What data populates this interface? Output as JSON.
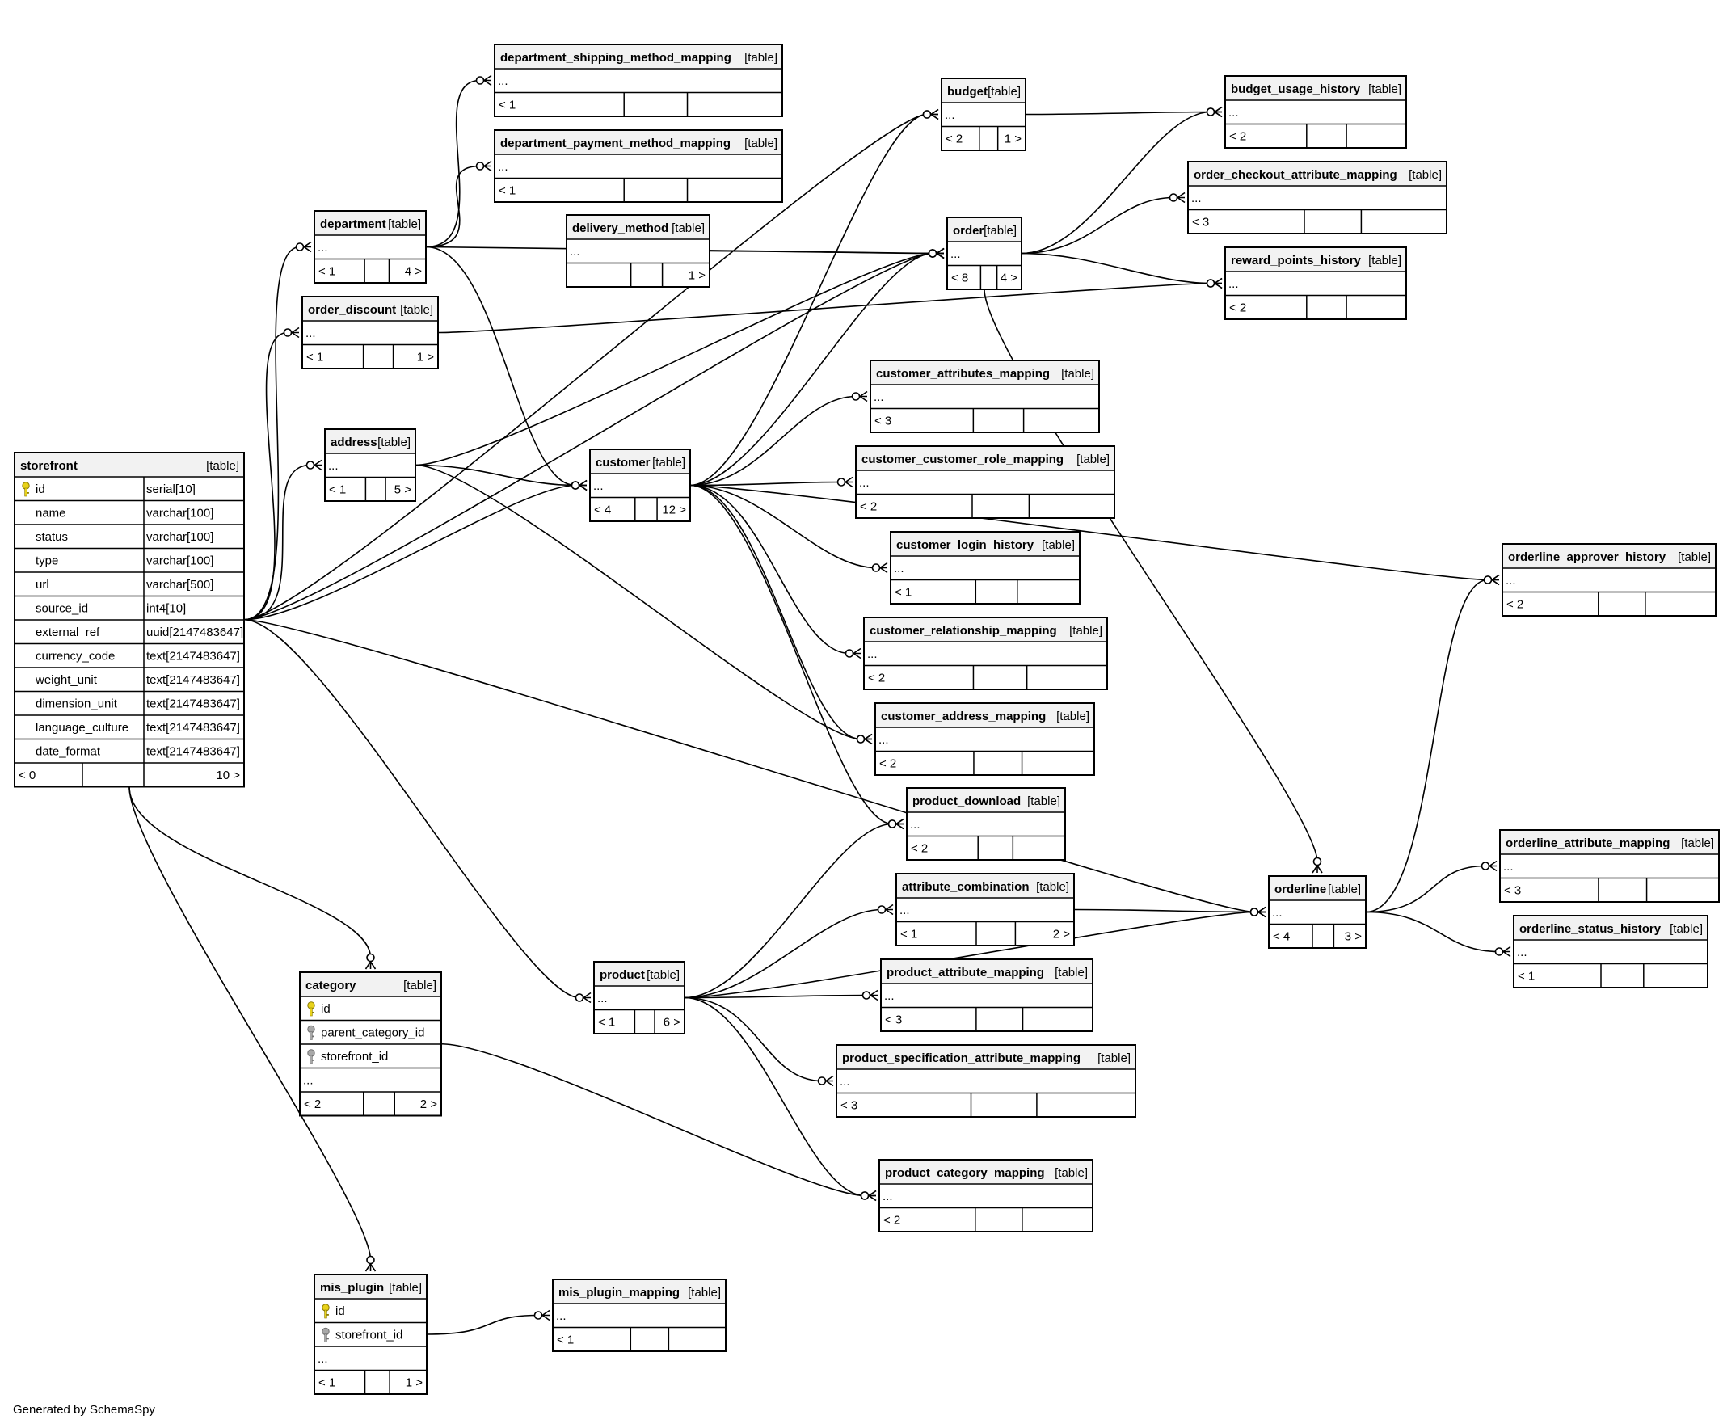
{
  "footer": {
    "generated_by": "Generated by SchemaSpy"
  },
  "tag_label": "[table]",
  "tables": [
    {
      "id": "storefront",
      "name": "storefront",
      "columns": [
        {
          "name": "id",
          "type": "serial[10]",
          "key": "pk"
        },
        {
          "name": "name",
          "type": "varchar[100]"
        },
        {
          "name": "status",
          "type": "varchar[100]"
        },
        {
          "name": "type",
          "type": "varchar[100]"
        },
        {
          "name": "url",
          "type": "varchar[500]"
        },
        {
          "name": "source_id",
          "type": "int4[10]"
        },
        {
          "name": "external_ref",
          "type": "uuid[2147483647]"
        },
        {
          "name": "currency_code",
          "type": "text[2147483647]"
        },
        {
          "name": "weight_unit",
          "type": "text[2147483647]"
        },
        {
          "name": "dimension_unit",
          "type": "text[2147483647]"
        },
        {
          "name": "language_culture",
          "type": "text[2147483647]"
        },
        {
          "name": "date_format",
          "type": "text[2147483647]"
        }
      ],
      "parents": "< 0",
      "children": "10 >"
    },
    {
      "id": "department_shipping_method_mapping",
      "name": "department_shipping_method_mapping",
      "ellipsis": "...",
      "parents": "< 1",
      "children": ""
    },
    {
      "id": "department_payment_method_mapping",
      "name": "department_payment_method_mapping",
      "ellipsis": "...",
      "parents": "< 1",
      "children": ""
    },
    {
      "id": "department",
      "name": "department",
      "ellipsis": "...",
      "parents": "< 1",
      "children": "4 >"
    },
    {
      "id": "order_discount",
      "name": "order_discount",
      "ellipsis": "...",
      "parents": "< 1",
      "children": "1 >"
    },
    {
      "id": "delivery_method",
      "name": "delivery_method",
      "ellipsis": "...",
      "parents": "",
      "children": "1 >"
    },
    {
      "id": "budget",
      "name": "budget",
      "ellipsis": "...",
      "parents": "< 2",
      "children": "1 >"
    },
    {
      "id": "order",
      "name": "order",
      "ellipsis": "...",
      "parents": "< 8",
      "children": "4 >"
    },
    {
      "id": "budget_usage_history",
      "name": "budget_usage_history",
      "ellipsis": "...",
      "parents": "< 2",
      "children": ""
    },
    {
      "id": "order_checkout_attribute_mapping",
      "name": "order_checkout_attribute_mapping",
      "ellipsis": "...",
      "parents": "< 3",
      "children": ""
    },
    {
      "id": "reward_points_history",
      "name": "reward_points_history",
      "ellipsis": "...",
      "parents": "< 2",
      "children": ""
    },
    {
      "id": "address",
      "name": "address",
      "ellipsis": "...",
      "parents": "< 1",
      "children": "5 >"
    },
    {
      "id": "customer",
      "name": "customer",
      "ellipsis": "...",
      "parents": "< 4",
      "children": "12 >"
    },
    {
      "id": "customer_attributes_mapping",
      "name": "customer_attributes_mapping",
      "ellipsis": "...",
      "parents": "< 3",
      "children": ""
    },
    {
      "id": "customer_customer_role_mapping",
      "name": "customer_customer_role_mapping",
      "ellipsis": "...",
      "parents": "< 2",
      "children": ""
    },
    {
      "id": "customer_login_history",
      "name": "customer_login_history",
      "ellipsis": "...",
      "parents": "< 1",
      "children": ""
    },
    {
      "id": "customer_relationship_mapping",
      "name": "customer_relationship_mapping",
      "ellipsis": "...",
      "parents": "< 2",
      "children": ""
    },
    {
      "id": "customer_address_mapping",
      "name": "customer_address_mapping",
      "ellipsis": "...",
      "parents": "< 2",
      "children": ""
    },
    {
      "id": "product_download",
      "name": "product_download",
      "ellipsis": "...",
      "parents": "< 2",
      "children": ""
    },
    {
      "id": "attribute_combination",
      "name": "attribute_combination",
      "ellipsis": "...",
      "parents": "< 1",
      "children": "2 >"
    },
    {
      "id": "orderline",
      "name": "orderline",
      "ellipsis": "...",
      "parents": "< 4",
      "children": "3 >"
    },
    {
      "id": "orderline_approver_history",
      "name": "orderline_approver_history",
      "ellipsis": "...",
      "parents": "< 2",
      "children": ""
    },
    {
      "id": "orderline_attribute_mapping",
      "name": "orderline_attribute_mapping",
      "ellipsis": "...",
      "parents": "< 3",
      "children": ""
    },
    {
      "id": "orderline_status_history",
      "name": "orderline_status_history",
      "ellipsis": "...",
      "parents": "< 1",
      "children": ""
    },
    {
      "id": "product",
      "name": "product",
      "ellipsis": "...",
      "parents": "< 1",
      "children": "6 >"
    },
    {
      "id": "product_attribute_mapping",
      "name": "product_attribute_mapping",
      "ellipsis": "...",
      "parents": "< 3",
      "children": ""
    },
    {
      "id": "product_specification_attribute_mapping",
      "name": "product_specification_attribute_mapping",
      "ellipsis": "...",
      "parents": "< 3",
      "children": ""
    },
    {
      "id": "product_category_mapping",
      "name": "product_category_mapping",
      "ellipsis": "...",
      "parents": "< 2",
      "children": ""
    },
    {
      "id": "category",
      "name": "category",
      "columns": [
        {
          "name": "id",
          "key": "pk"
        },
        {
          "name": "parent_category_id",
          "key": "fk"
        },
        {
          "name": "storefront_id",
          "key": "fk"
        }
      ],
      "ellipsis": "...",
      "parents": "< 2",
      "children": "2 >"
    },
    {
      "id": "mis_plugin",
      "name": "mis_plugin",
      "columns": [
        {
          "name": "id",
          "key": "pk"
        },
        {
          "name": "storefront_id",
          "key": "fk"
        }
      ],
      "ellipsis": "...",
      "parents": "< 1",
      "children": "1 >"
    },
    {
      "id": "mis_plugin_mapping",
      "name": "mis_plugin_mapping",
      "ellipsis": "...",
      "parents": "< 1",
      "children": ""
    }
  ],
  "relationships": [
    {
      "from": "storefront",
      "to": "department"
    },
    {
      "from": "storefront",
      "to": "order_discount"
    },
    {
      "from": "storefront",
      "to": "address"
    },
    {
      "from": "storefront",
      "to": "customer"
    },
    {
      "from": "storefront",
      "to": "product"
    },
    {
      "from": "storefront",
      "to": "category"
    },
    {
      "from": "storefront",
      "to": "mis_plugin"
    },
    {
      "from": "storefront",
      "to": "budget"
    },
    {
      "from": "storefront",
      "to": "order"
    },
    {
      "from": "storefront",
      "to": "orderline"
    },
    {
      "from": "department",
      "to": "department_shipping_method_mapping"
    },
    {
      "from": "department",
      "to": "department_payment_method_mapping"
    },
    {
      "from": "department",
      "to": "customer"
    },
    {
      "from": "department",
      "to": "order"
    },
    {
      "from": "order_discount",
      "to": "reward_points_history"
    },
    {
      "from": "delivery_method",
      "to": "order"
    },
    {
      "from": "budget",
      "to": "budget_usage_history"
    },
    {
      "from": "order",
      "to": "budget_usage_history"
    },
    {
      "from": "order",
      "to": "order_checkout_attribute_mapping"
    },
    {
      "from": "order",
      "to": "reward_points_history"
    },
    {
      "from": "order",
      "to": "orderline"
    },
    {
      "from": "address",
      "to": "customer"
    },
    {
      "from": "address",
      "to": "customer_address_mapping"
    },
    {
      "from": "address",
      "to": "order"
    },
    {
      "from": "customer",
      "to": "budget"
    },
    {
      "from": "customer",
      "to": "order"
    },
    {
      "from": "customer",
      "to": "customer_attributes_mapping"
    },
    {
      "from": "customer",
      "to": "customer_customer_role_mapping"
    },
    {
      "from": "customer",
      "to": "customer_login_history"
    },
    {
      "from": "customer",
      "to": "customer_relationship_mapping"
    },
    {
      "from": "customer",
      "to": "customer_address_mapping"
    },
    {
      "from": "customer",
      "to": "product_download"
    },
    {
      "from": "customer",
      "to": "orderline_approver_history"
    },
    {
      "from": "product",
      "to": "product_download"
    },
    {
      "from": "product",
      "to": "attribute_combination"
    },
    {
      "from": "product",
      "to": "product_attribute_mapping"
    },
    {
      "from": "product",
      "to": "product_specification_attribute_mapping"
    },
    {
      "from": "product",
      "to": "product_category_mapping"
    },
    {
      "from": "product",
      "to": "orderline"
    },
    {
      "from": "attribute_combination",
      "to": "orderline"
    },
    {
      "from": "orderline",
      "to": "orderline_approver_history"
    },
    {
      "from": "orderline",
      "to": "orderline_attribute_mapping"
    },
    {
      "from": "orderline",
      "to": "orderline_status_history"
    },
    {
      "from": "category",
      "to": "product_category_mapping"
    },
    {
      "from": "mis_plugin",
      "to": "mis_plugin_mapping"
    }
  ]
}
